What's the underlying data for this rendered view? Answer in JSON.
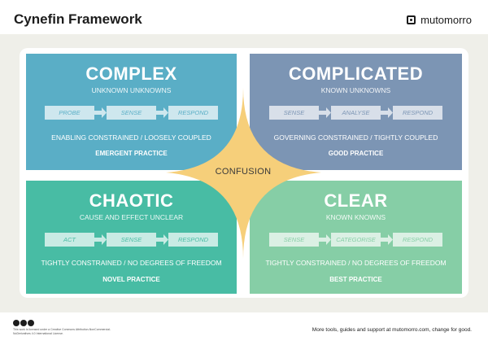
{
  "header": {
    "title": "Cynefin Framework",
    "brand": "mutomorro",
    "brand_icon": "mutomorro-logo-icon"
  },
  "colors": {
    "complex": "#5aaec6",
    "complicated": "#7c95b4",
    "chaotic": "#48bca4",
    "clear": "#86cea6",
    "confusion": "#f6cf7a",
    "background": "#efefe9"
  },
  "domains": {
    "complex": {
      "name": "COMPLEX",
      "subtitle": "UNKNOWN UNKNOWNS",
      "steps": [
        "PROBE",
        "SENSE",
        "RESPOND"
      ],
      "constraints": "ENABLING CONSTRAINED / LOOSELY COUPLED",
      "practice": "EMERGENT PRACTICE"
    },
    "complicated": {
      "name": "COMPLICATED",
      "subtitle": "KNOWN UNKNOWNS",
      "steps": [
        "SENSE",
        "ANALYSE",
        "RESPOND"
      ],
      "constraints": "GOVERNING CONSTRAINED / TIGHTLY  COUPLED",
      "practice": "GOOD PRACTICE"
    },
    "chaotic": {
      "name": "CHAOTIC",
      "subtitle": "CAUSE AND EFFECT UNCLEAR",
      "steps": [
        "ACT",
        "SENSE",
        "RESPOND"
      ],
      "constraints": "TIGHTLY CONSTRAINED / NO DEGREES OF FREEDOM",
      "practice": "NOVEL PRACTICE"
    },
    "clear": {
      "name": "CLEAR",
      "subtitle": "KNOWN KNOWNS",
      "steps": [
        "SENSE",
        "CATEGORISE",
        "RESPOND"
      ],
      "constraints": "TIGHTLY CONSTRAINED / NO DEGREES OF FREEDOM",
      "practice": "BEST PRACTICE"
    }
  },
  "confusion": {
    "label": "CONFUSION"
  },
  "footer": {
    "license": "This work is licensed under a Creative Commons Attribution-NonCommercial-NoDerivatives 4.0 International License.",
    "license_icon": "creative-commons-icon",
    "tagline": "More tools, guides and support at mutomorro.com, change for good."
  }
}
